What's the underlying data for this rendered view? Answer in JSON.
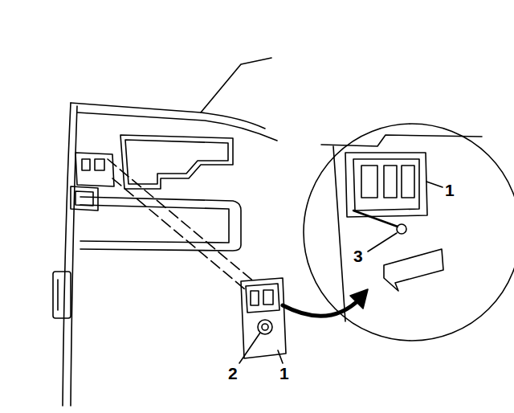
{
  "diagram": {
    "labels": [
      "1",
      "3",
      "2",
      "1"
    ]
  }
}
